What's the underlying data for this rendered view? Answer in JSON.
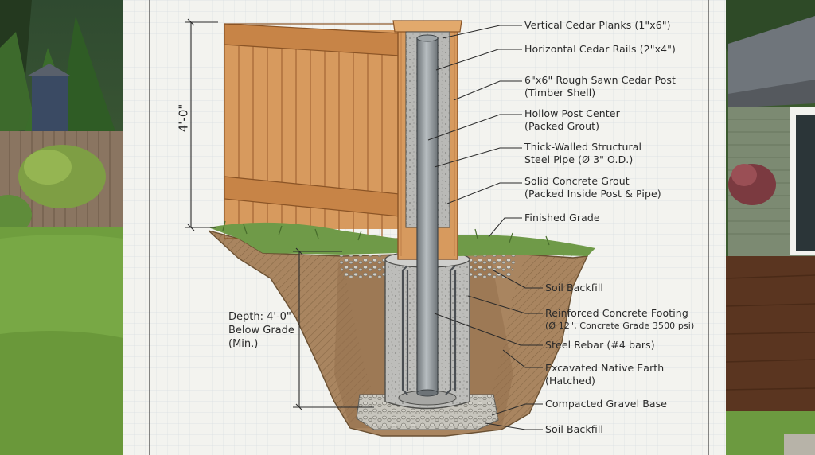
{
  "dimensions": {
    "height_above_grade": "4'-0\"",
    "depth_line1": "Depth: 4'-0\"",
    "depth_line2": "Below Grade",
    "depth_line3": "(Min.)"
  },
  "callouts": [
    {
      "name": "callout-vertical-cedar-planks",
      "lines": [
        "Vertical Cedar Planks (1\"x6\")"
      ]
    },
    {
      "name": "callout-horizontal-cedar-rails",
      "lines": [
        "Horizontal Cedar Rails (2\"x4\")"
      ]
    },
    {
      "name": "callout-rough-sawn-cedar-post",
      "lines": [
        "6\"x6\" Rough Sawn Cedar Post",
        "(Timber Shell)"
      ]
    },
    {
      "name": "callout-hollow-post-center",
      "lines": [
        "Hollow Post Center",
        "(Packed Grout)"
      ]
    },
    {
      "name": "callout-structural-steel-pipe",
      "lines": [
        "Thick-Walled Structural",
        "Steel Pipe (Ø 3\" O.D.)"
      ]
    },
    {
      "name": "callout-solid-concrete-grout",
      "lines": [
        "Solid Concrete Grout",
        "(Packed Inside Post & Pipe)"
      ]
    },
    {
      "name": "callout-finished-grade",
      "lines": [
        "Finished Grade"
      ]
    },
    {
      "name": "callout-soil-backfill-upper",
      "lines": [
        "Soil Backfill"
      ]
    },
    {
      "name": "callout-reinforced-concrete-footing",
      "lines": [
        "Reinforced Concrete Footing",
        "(Ø 12\", Concrete Grade 3500 psi)"
      ]
    },
    {
      "name": "callout-steel-rebar",
      "lines": [
        "Steel Rebar (#4 bars)"
      ]
    },
    {
      "name": "callout-excavated-native-earth",
      "lines": [
        "Excavated Native Earth",
        "(Hatched)"
      ]
    },
    {
      "name": "callout-compacted-gravel-base",
      "lines": [
        "Compacted Gravel Base"
      ]
    },
    {
      "name": "callout-soil-backfill-lower",
      "lines": [
        "Soil Backfill"
      ]
    }
  ],
  "colors": {
    "paper": "#f3f3ef",
    "grid": "#d9dee2",
    "cedar": "#d79a5e",
    "cedar_dark": "#a86a38",
    "concrete": "#b9b9b6",
    "concrete_dark": "#8e8e8b",
    "steel": "#8d9498",
    "soil": "#a98560",
    "gravel": "#b7b5ad",
    "grass": "#6f9a48",
    "house_siding": "#7c8a72",
    "ink": "#2a2a2a"
  }
}
